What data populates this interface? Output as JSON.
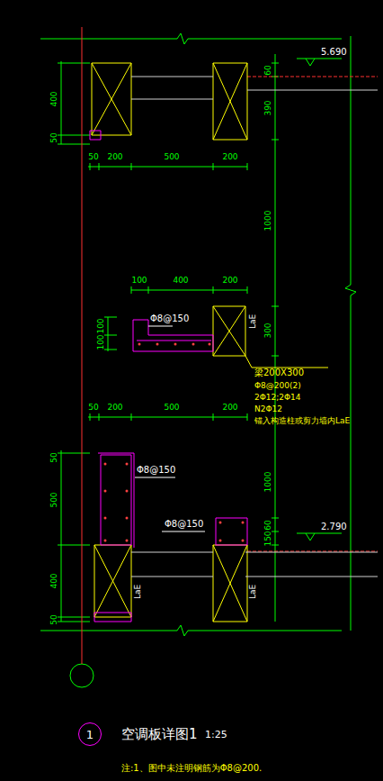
{
  "diagram": {
    "title": "空调板详图1",
    "caption": "注:1、图中未注明钢筋为Φ8@200.",
    "nodes": [
      {
        "text": [
          "1"
        ]
      }
    ],
    "labels": [
      "5.690",
      "60",
      "390",
      "1000",
      "400",
      "50",
      "50",
      "200",
      "500",
      "200",
      "100",
      "400",
      "200",
      "Φ8@150",
      "100",
      "100",
      "LaE",
      "300",
      "梁200X300",
      "Φ8@200(2)",
      "2Φ12;2Φ14",
      "N2Φ12",
      "锚入构造柱或剪力墙内LaE",
      "50",
      "200",
      "500",
      "200",
      "1000",
      "50",
      "500",
      "Φ8@150",
      "Φ8@150",
      "60",
      "150",
      "2.790",
      "400",
      "50",
      "LaE",
      "LaE",
      "1:25"
    ]
  }
}
